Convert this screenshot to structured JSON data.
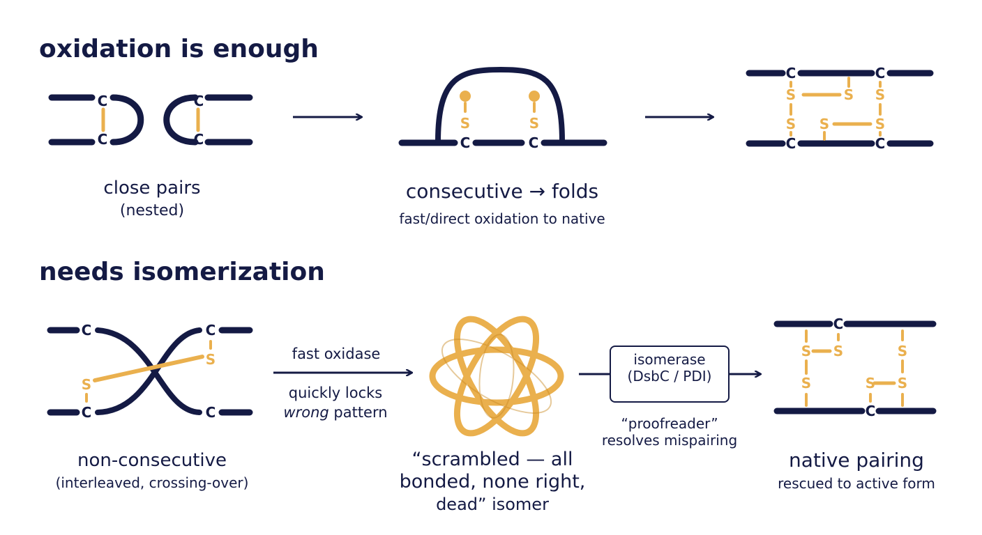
{
  "colors": {
    "backbone": "#141a44",
    "sulfur": "#eab04e"
  },
  "headings": {
    "top": "oxidation is enough",
    "bottom": "needs isomerization"
  },
  "atoms": {
    "c": "C",
    "s": "S"
  },
  "top_row": {
    "close_pairs": {
      "title": "close pairs",
      "sub": "(nested)"
    },
    "consecutive": {
      "title": "consecutive → folds",
      "sub": "fast/direct oxidation to native"
    }
  },
  "bottom_row": {
    "nonconsecutive": {
      "title": "non-consecutive",
      "sub": "(interleaved, crossing-over)"
    },
    "fast_oxidase": {
      "label": "fast oxidase",
      "line1": "quickly locks",
      "line2_em": "wrong",
      "line2_rest": " pattern"
    },
    "scrambled": {
      "line1": "“scrambled — all",
      "line2": "bonded, none right,",
      "line3": "dead” isomer"
    },
    "isomerase": {
      "line1": "isomerase",
      "line2": "(DsbC / PDI)",
      "note1": "“proofreader”",
      "note2": "resolves mispairing"
    },
    "native": {
      "title": "native pairing",
      "sub": "rescued to active form"
    }
  }
}
